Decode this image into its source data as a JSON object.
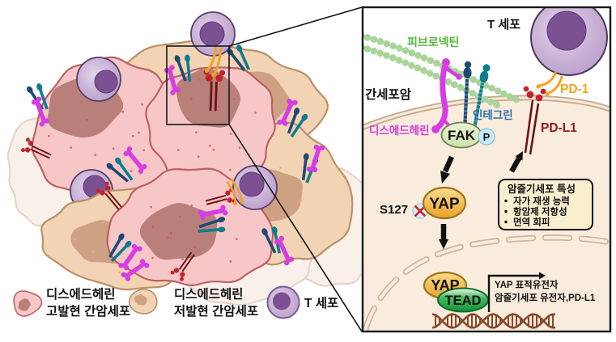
{
  "panel": {
    "t_cell_label": "T 세포",
    "fibronectin_label": "피브로넥틴",
    "liver_cancer_label": "간세포암",
    "dysadherin_label": "디스에드헤린",
    "integrin_label": "인테그린",
    "fak_label": "FAK",
    "phosphate_label": "P",
    "pd1_label": "PD-1",
    "pdl1_label": "PD-L1",
    "s127_label": "S127",
    "yap_label": "YAP",
    "yap_nucleus_label": "YAP",
    "tead_label": "TEAD",
    "stemness_box": {
      "title": "암줄기세포 특성",
      "items": [
        "자가 재생 능력",
        "항암제 저항성",
        "면역 회피"
      ]
    },
    "target_genes_line1": "YAP 표적유전자",
    "target_genes_line2": "암줄기세포 유전자,PD-L1"
  },
  "legend": {
    "high_dysadherin": {
      "line1": "디스에드헤린",
      "line2": "고발현 간암세포"
    },
    "low_dysadherin": {
      "line1": "디스에드헤린",
      "line2": "저발현 간암세포"
    },
    "t_cell_label": "T 세포"
  },
  "colors": {
    "pink_cell": "#f7c7c7",
    "pink_cell_border": "#bd6064",
    "pink_nucleus": "#b9807a",
    "tan_cell": "#f2d4b5",
    "tan_cell_border": "#bb9068",
    "tan_nucleus": "#cfa183",
    "t_cell_body": "#c9b1d5",
    "t_cell_nucleus": "#7b5191",
    "dysadherin": "#d63de2",
    "integrin_navy": "#1d4b72",
    "integrin_teal": "#0d7c8e",
    "fibronectin": "#a9d49a",
    "fibronectin_text": "#58b43c",
    "pd1": "#f7a11c",
    "pdl1_stalk": "#6f1216",
    "pdl1_head": "#c2242a",
    "pdl1_text": "#8f181c",
    "yap": "#eeb23c",
    "tead": "#17993b",
    "fak_fill": "#d9ecbe",
    "membrane": "#c6aa8f",
    "cell_interior": "#f9ecdc",
    "dna": "#8a4728",
    "stemness_box_bg": "#f8efcf",
    "integrin_text": "#2e6fae"
  }
}
